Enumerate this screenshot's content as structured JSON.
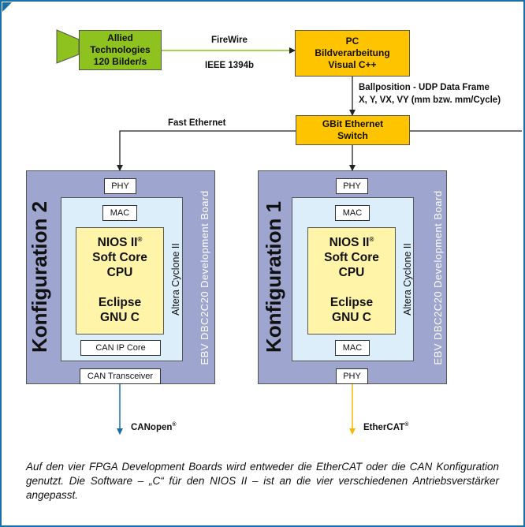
{
  "camera": {
    "label": "Allied\nTechnologies\n120 Bilder/s"
  },
  "firewire": {
    "label": "FireWire",
    "sublabel": "IEEE 1394b"
  },
  "pc": {
    "label": "PC\nBildverarbeitung\nVisual C++"
  },
  "udp": {
    "label": "Ballposition - UDP Data Frame\nX, Y, VX, VY (mm bzw. mm/Cycle)"
  },
  "switch": {
    "label": "GBit Ethernet\nSwitch"
  },
  "fast_ethernet": "Fast Ethernet",
  "config2": {
    "title": "Konfiguration 2",
    "board": "EBV DBC2C20 Development Board",
    "fpga": "Altera Cyclone II",
    "phy": "PHY",
    "mac": "MAC",
    "cpu_lines": [
      "NIOS II",
      "Soft Core",
      "CPU",
      "",
      "Eclipse",
      "GNU C"
    ],
    "can_ip": "CAN IP Core",
    "transceiver": "CAN Transceiver",
    "output": "CANopen"
  },
  "config1": {
    "title": "Konfiguration 1",
    "board": "EBV DBC2C20 Development Board",
    "fpga": "Altera Cyclone II",
    "phy_top": "PHY",
    "mac_top": "MAC",
    "cpu_lines": [
      "NIOS II",
      "Soft Core",
      "CPU",
      "",
      "Eclipse",
      "GNU C"
    ],
    "mac_bottom": "MAC",
    "phy_bottom": "PHY",
    "output": "EtherCAT"
  },
  "registered": "®",
  "caption": "Auf den vier FPGA Development Boards wird entweder die EtherCAT oder die CAN Konfiguration genutzt. Die Software – „C“ für den NIOS II – ist an die vier verschiedenen Antriebsverstärker angepasst.",
  "colors": {
    "frame": "#1a6fa8",
    "camera": "#8dc21f",
    "box": "#ffc400",
    "board": "#9ea6cf",
    "fpga": "#dceef9",
    "cpu": "#fff4a8",
    "canopen_arrow": "#1a6fa8",
    "ethercat_arrow": "#f5b800"
  }
}
